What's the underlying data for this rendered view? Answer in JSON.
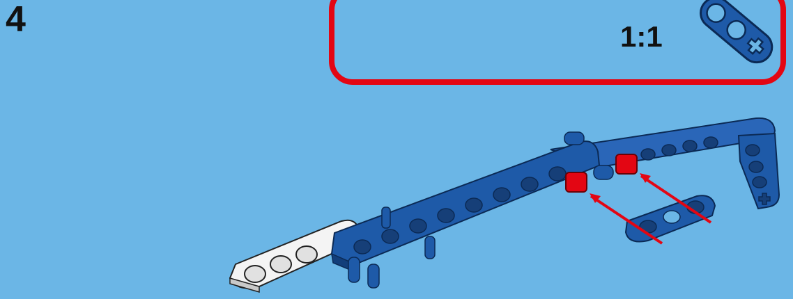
{
  "instruction": {
    "step_number": "4",
    "scale_label": "1:1"
  },
  "parts": [
    {
      "icon": "beam-with-axle-hole-icon",
      "color": "#1e5aa8",
      "count_in_callout": 1
    },
    {
      "icon": "red-axle-connector-icon",
      "color": "#e30613"
    },
    {
      "icon": "three-hole-beam-icon",
      "color": "#1e5aa8"
    }
  ],
  "colors": {
    "background": "#6bb6e6",
    "callout_border": "#e30613",
    "beam_blue": "#1e5aa8",
    "beam_white": "#f4f4f4",
    "connector_red": "#e30613",
    "arrow_red": "#e30613"
  }
}
